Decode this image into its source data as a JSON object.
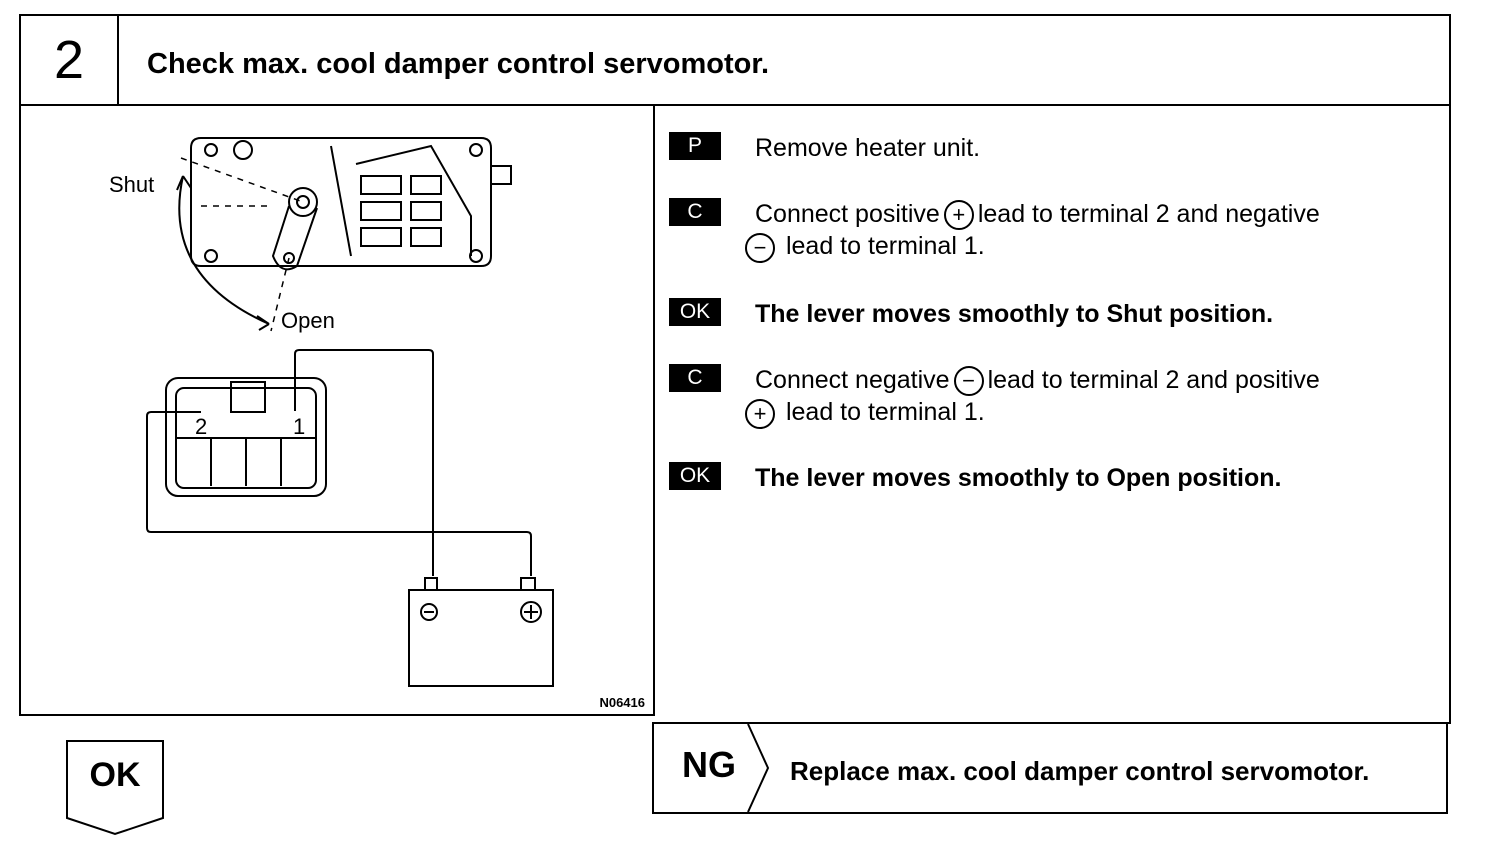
{
  "header": {
    "step_number": "2",
    "title": "Check max. cool damper control servomotor."
  },
  "figure": {
    "label_shut": "Shut",
    "label_open": "Open",
    "terminal_2": "2",
    "terminal_1": "1",
    "figure_code": "N06416"
  },
  "steps": [
    {
      "badge": "P",
      "text": "Remove heater unit."
    },
    {
      "badge": "C",
      "text_a": "Connect positive",
      "sym_a": "+",
      "text_b": "lead to terminal 2 and negative",
      "sym_b": "−",
      "text_c": "lead to terminal 1."
    },
    {
      "badge": "OK",
      "text": "The lever moves smoothly to Shut position."
    },
    {
      "badge": "C",
      "text_a": "Connect negative",
      "sym_a": "−",
      "text_b": "lead to terminal 2 and positive",
      "sym_b": "+",
      "text_c": "lead to terminal 1."
    },
    {
      "badge": "OK",
      "text": "The lever moves smoothly to Open position."
    }
  ],
  "ng": {
    "label": "NG",
    "text": "Replace max. cool damper control servomotor."
  },
  "ok": {
    "label": "OK"
  }
}
